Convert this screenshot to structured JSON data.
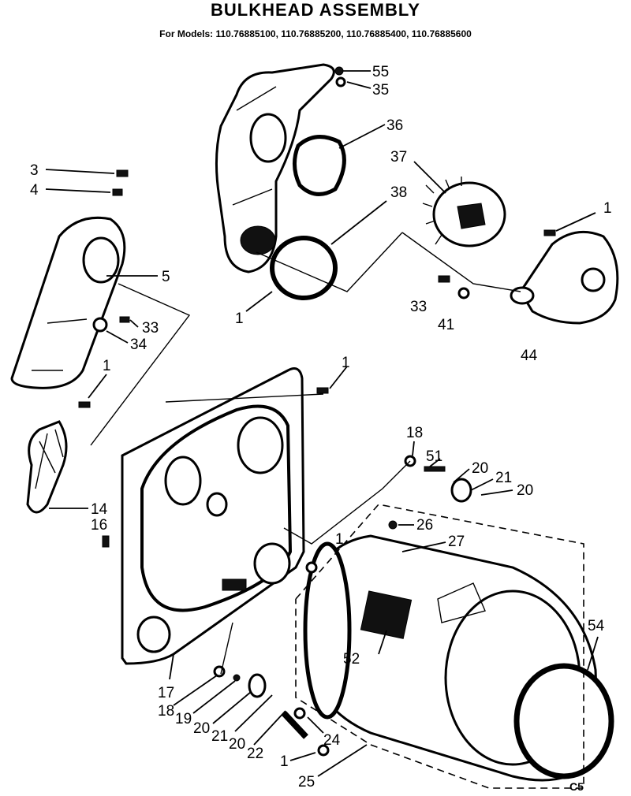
{
  "title": "BULKHEAD ASSEMBLY",
  "models_line": "For Models: 110.76885100, 110.76885200, 110.76885400, 110.76885600",
  "corner_code": "C5",
  "callouts": {
    "c55": "55",
    "c35": "35",
    "c36": "36",
    "c37": "37",
    "c38": "38",
    "c3": "3",
    "c4": "4",
    "c5": "5",
    "c1a": "1",
    "c1b": "1",
    "c1c": "1",
    "c1d": "1",
    "c1e": "1",
    "c1f": "1",
    "c33a": "33",
    "c34": "34",
    "c33b": "33",
    "c41": "41",
    "c44": "44",
    "c14": "14",
    "c16": "16",
    "c17": "17",
    "c18a": "18",
    "c51": "51",
    "c20a": "20",
    "c21a": "21",
    "c20b": "20",
    "c26": "26",
    "c27": "27",
    "c52": "52",
    "c54": "54",
    "c18b": "18",
    "c19": "19",
    "c20c": "20",
    "c21b": "21",
    "c20d": "20",
    "c22": "22",
    "c24": "24",
    "c25": "25"
  }
}
